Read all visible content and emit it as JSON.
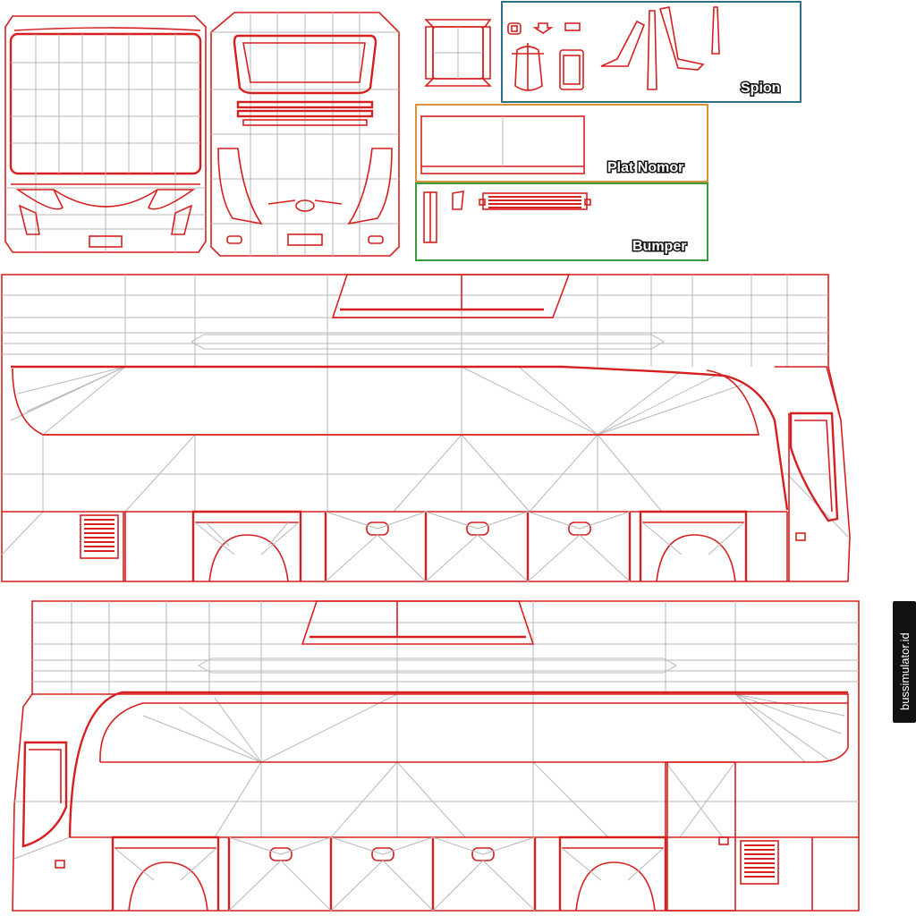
{
  "labels": {
    "mirror": "Spion",
    "plate": "Plat Nomor",
    "bumper": "Bumper"
  },
  "watermark": "bussimulator.id",
  "colors": {
    "outline": "#d61f1f",
    "mesh": "#b7b7b7",
    "mirror_box": "#2f6f8a",
    "plate_box": "#d9923a",
    "bumper_box": "#3b9a3b",
    "watermark_bg": "#111111",
    "background": "#ffffff"
  }
}
